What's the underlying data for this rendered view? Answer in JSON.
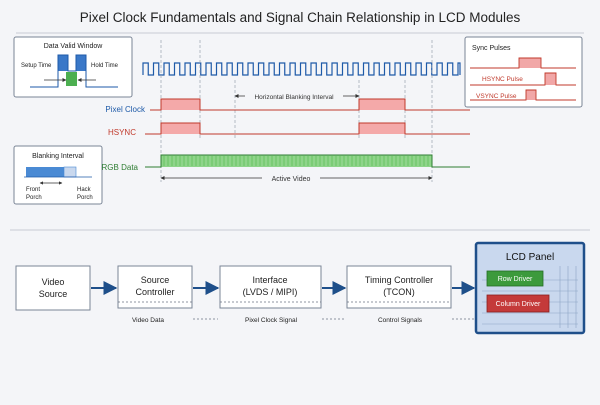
{
  "title": "Pixel Clock Fundamentals and Signal Chain Relationship in LCD Modules",
  "inset_valid": {
    "title": "Data Valid Window",
    "setup": "Setup Time",
    "hold": "Hold Time"
  },
  "inset_blanking": {
    "title": "Blanking Interval",
    "front": [
      "Front",
      "Porch"
    ],
    "back": [
      "Hack",
      "Porch"
    ]
  },
  "inset_sync": {
    "title": "Sync Pulses",
    "hsync": "HSYNC Pulse",
    "vsync": "VSYNC Pulse"
  },
  "signals": {
    "pixel_clock": "Pixel Clock",
    "hsync": "HSYNC",
    "rgb": "RGB Data"
  },
  "annotations": {
    "horizontal_blanking": "Horizontal Blanking Interval",
    "active_video": "Active Video"
  },
  "chain": {
    "video_source": [
      "Video",
      "Source"
    ],
    "source_controller": [
      "Source",
      "Controller"
    ],
    "interface": [
      "Interface",
      "(LVDS / MIPI)"
    ],
    "tcon": [
      "Timing Controller",
      "(TCON)"
    ],
    "panel_title": "LCD Panel",
    "row_driver": "Row Driver",
    "column_driver": "Column Driver",
    "labels": [
      "Video Data",
      "Pixel Clock Signal",
      "Control Signals"
    ]
  },
  "colors": {
    "clock": "#1e5aa8",
    "hsync": "#c0392b",
    "rgb": "#3fa83f",
    "panel_bg": "#c9d8ee",
    "row_driver": "#3c9a3c",
    "column_driver": "#c43a3a"
  }
}
